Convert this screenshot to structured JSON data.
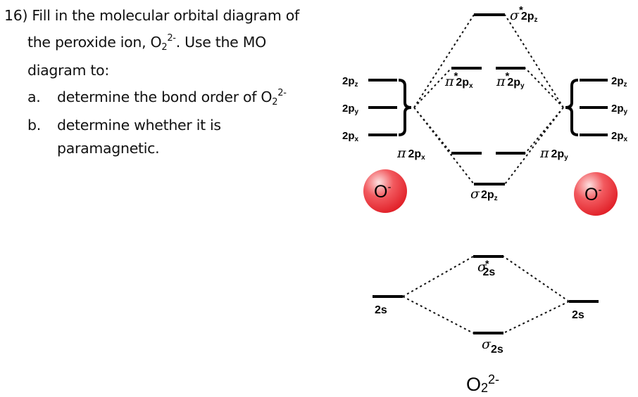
{
  "question": {
    "number": "16)",
    "line1": "Fill in the molecular orbital diagram of",
    "line2_pre": "the peroxide ion, O",
    "line2_sub": "2",
    "line2_sup": "2-",
    "line2_post": ".  Use the MO",
    "line3": "diagram to:",
    "item_a_label": "a.",
    "item_a_text": "determine the bond order of O",
    "item_a_sub": "2",
    "item_a_sup": "2-",
    "item_b_label": "b.",
    "item_b_text": "determine whether it is",
    "item_b_text2": "paramagnetic."
  },
  "diagram": {
    "atom_left": "O",
    "atom_left_charge": "-",
    "atom_right": "O",
    "atom_right_charge": "-",
    "atom_color": "#e8232a",
    "ao_2p": [
      {
        "main": "2p",
        "sub": "z"
      },
      {
        "main": "2p",
        "sub": "y"
      },
      {
        "main": "2p",
        "sub": "x"
      }
    ],
    "ao_2s": "2s",
    "sigma": "σ",
    "pi": "π",
    "star": "*",
    "mo": {
      "sigma_star_2pz": {
        "main": "2p",
        "sub": "z"
      },
      "pi_star_2px": {
        "main": "2p",
        "sub": "x"
      },
      "pi_star_2py": {
        "main": "2p",
        "sub": "y"
      },
      "pi_2px": {
        "main": "2p",
        "sub": "x"
      },
      "pi_2py": {
        "main": "2p",
        "sub": "y"
      },
      "sigma_2pz": {
        "main": "2p",
        "sub": "z"
      },
      "sigma_star_2s": "2s",
      "sigma_2s": "2s"
    },
    "molecule": {
      "main": "O",
      "sub": "2",
      "sup": "2-"
    }
  }
}
